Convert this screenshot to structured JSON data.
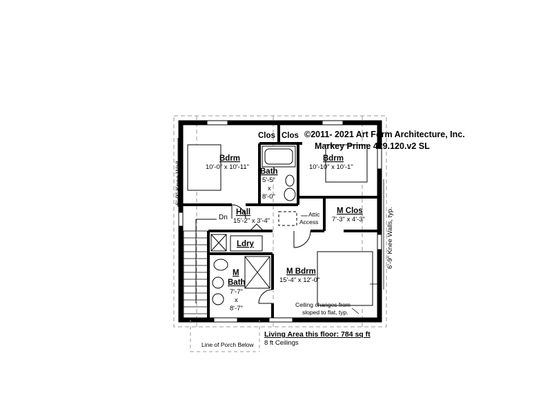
{
  "copyright": "©2011- 2021 Art Form Architecture, Inc.",
  "plan_name": "Markey Prime 429.120.v2 SL",
  "rooms": {
    "bdrm_left": {
      "name": "Bdrm",
      "dims": "10'-0\" x 10'-11\""
    },
    "bdrm_right": {
      "name": "Bdrm",
      "dims": "10'-10\" x 10'-1\""
    },
    "clos_1": {
      "name": "Clos"
    },
    "clos_2": {
      "name": "Clos"
    },
    "bath": {
      "name": "Bath",
      "dims_1": "5'-5\"",
      "dims_x": "x",
      "dims_2": "8'-0\""
    },
    "hall": {
      "name": "Hall",
      "dims": "15'-2\" x 3'-4\""
    },
    "m_clos": {
      "name": "M Clos",
      "dims": "7'-3\" x 4'-3\""
    },
    "ldry": {
      "name": "Ldry"
    },
    "m_bath": {
      "name_1": "M",
      "name_2": "Bath",
      "dims_1": "7'-7\"",
      "dims_x": "x",
      "dims_2": "8'-7\""
    },
    "m_bdrm": {
      "name": "M Bdrm",
      "dims": "15'-4\" x 12'-0\""
    }
  },
  "labels": {
    "dn": "Dn",
    "attic_1": "Attic",
    "attic_2": "Access",
    "knee_wall_left": "6'-9\" Knee Wall",
    "knee_wall_right": "6'-9\" Knee Walls, typ.",
    "ceiling_1": "Ceiling changes from",
    "ceiling_2": "sloped to flat, typ.",
    "porch": "Line of Porch Below"
  },
  "footer": {
    "living_area": "Living Area this floor: 784 sq ft",
    "ceilings": "8 ft Ceilings"
  }
}
